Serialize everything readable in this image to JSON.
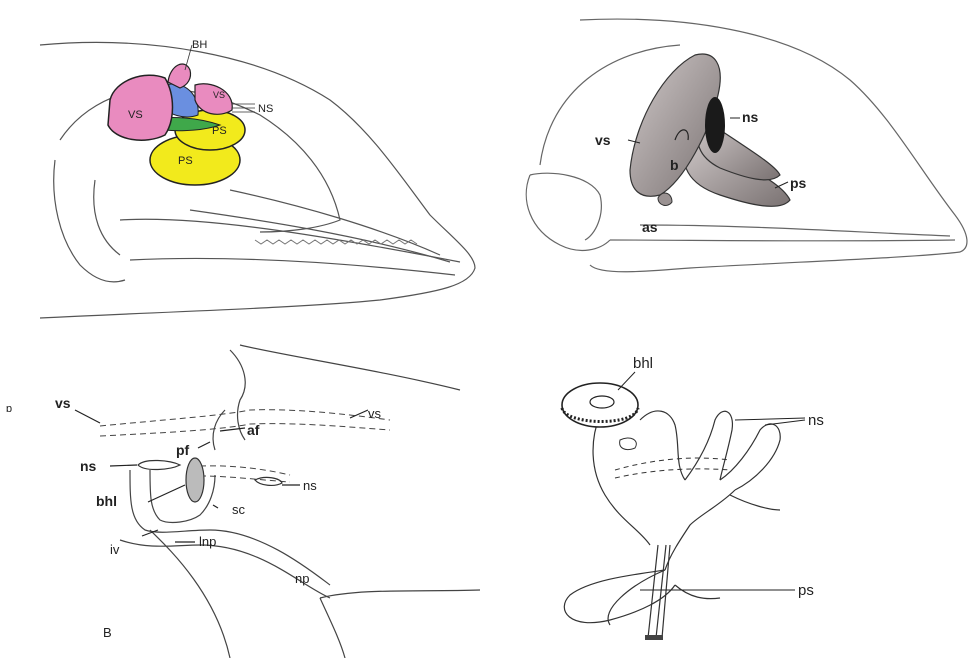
{
  "panels": {
    "top_left": {
      "labels": {
        "bh": "BH",
        "vs": "VS",
        "ns": "NS",
        "ps_upper": "PS",
        "ps_lower": "PS",
        "vs_small": "VS"
      },
      "colors": {
        "vestibular": "#e98bbf",
        "blue_sac": "#6a8fe0",
        "green": "#3fa84a",
        "premaxillary": "#f2ea1c",
        "outline": "#666666"
      }
    },
    "top_right": {
      "labels": {
        "vs": "vs",
        "b": "b",
        "ns": "ns",
        "ps": "ps",
        "as": "as"
      }
    },
    "bottom_left": {
      "panel_letter": "B",
      "side_mark": "ɒ",
      "labels": {
        "vs_left": "vs",
        "vs_right": "vs",
        "af": "af",
        "pf": "pf",
        "ns_left": "ns",
        "ns_right": "ns",
        "bhl": "bhl",
        "sc": "sc",
        "iv": "iv",
        "lnp": "lnp",
        "np": "np"
      }
    },
    "bottom_right": {
      "labels": {
        "bhl": "bhl",
        "ns": "ns",
        "ps": "ps"
      }
    }
  }
}
